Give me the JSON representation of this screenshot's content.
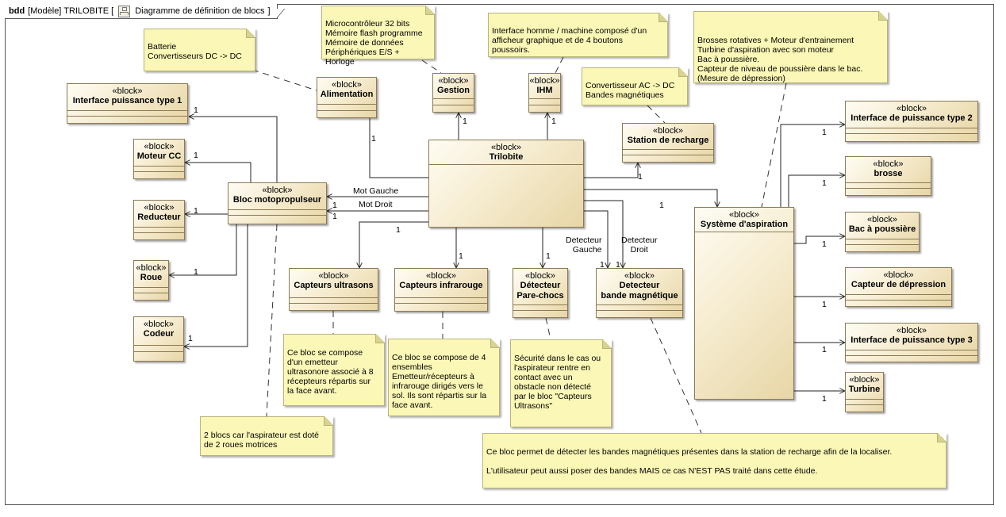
{
  "frame": {
    "kind": "bdd",
    "title": "[Modèle] TRILOBITE [",
    "diagram_type": "Diagramme de définition de blocs",
    "close": "]",
    "icon": "block-diagram-icon"
  },
  "stereotype": "«block»",
  "blocks": {
    "interface_puissance_1": "Interface puissance type 1",
    "moteur_cc": "Moteur CC",
    "reducteur": "Reducteur",
    "roue": "Roue",
    "codeur": "Codeur",
    "bloc_motopropulseur": "Bloc motopropulseur",
    "alimentation": "Alimentation",
    "gestion": "Gestion",
    "ihm": "IHM",
    "trilobite": "Trilobite",
    "station_recharge": "Station de recharge",
    "capteurs_ultrasons": "Capteurs ultrasons",
    "capteurs_infrarouge": "Capteurs infrarouge",
    "detecteur_parechocs": "Détecteur\nPare-chocs",
    "detecteur_bande": "Detecteur\nbande magnétique",
    "systeme_aspiration": "Système d'aspiration",
    "interface_puissance_2": "Interface de puissance type 2",
    "brosse": "brosse",
    "bac_poussiere": "Bac à poussière",
    "capteur_depression": "Capteur de dépression",
    "interface_puissance_3": "Interface de puissance type 3",
    "turbine": "Turbine"
  },
  "notes": {
    "batterie": "Batterie\nConvertisseurs DC -> DC",
    "gestion": "Microcontrôleur 32 bits\nMémoire flash programme\nMémoire de données\nPériphériques E/S + Horloge",
    "ihm": "Interface homme / machine composé d'un\nafficheur graphique et de 4 boutons\npoussoirs.",
    "station": "Convertisseur AC -> DC\nBandes magnétiques",
    "aspiration": "Brosses rotatives + Moteur d'entrainement\nTurbine d'aspiration avec son moteur\nBac à poussière.\nCapteur de niveau de poussière dans le bac.\n(Mesure de dépression)",
    "ultrasons": "Ce bloc se compose\nd'un emetteur\nultrasonore associé à 8\nrécepteurs répartis sur\nla face avant.",
    "infrarouge": "Ce bloc se compose de 4\nensembles\nEmetteur/récepteurs  à\ninfrarouge dirigés vers le\nsol. Ils sont répartis sur la\nface avant.",
    "parechocs": "Sécurité dans le cas ou\nl'aspirateur rentre en\ncontact avec un\nobstacle non détecté\npar le bloc \"Capteurs\nUltrasons\"",
    "roues": "2 blocs car l'aspirateur est doté\nde 2 roues motrices",
    "bande": "Ce bloc permet de détecter les bandes magnétiques présentes dans la station de recharge afin de la localiser.\n\nL'utilisateur peut aussi poser des bandes MAIS ce cas N'EST PAS traité dans cette étude."
  },
  "labels": {
    "one": "1",
    "mot_gauche": "Mot Gauche",
    "mot_droit": "Mot Droit",
    "detecteur_gauche": "Detecteur\nGauche",
    "detecteur_droit": "Detecteur\nDroit"
  }
}
